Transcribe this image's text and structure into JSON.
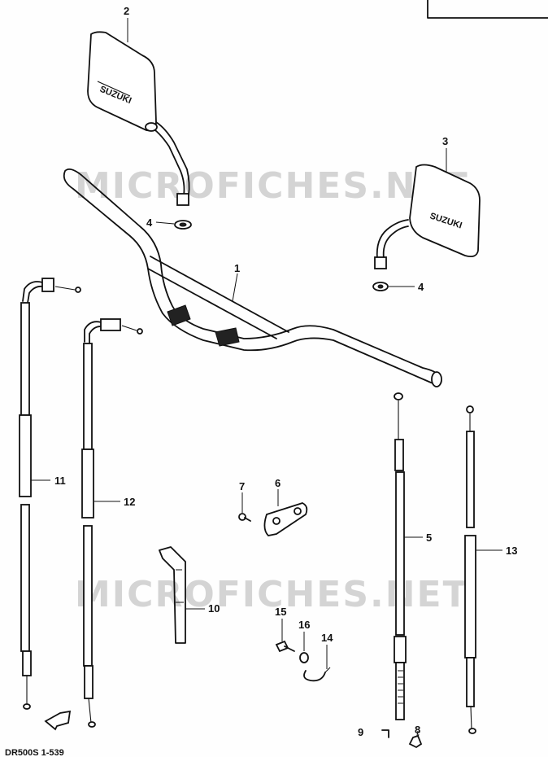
{
  "watermark": "MICROFICHES.NET",
  "diagram_code": "DR500S 1-539",
  "callouts": {
    "p1": "1",
    "p2": "2",
    "p3": "3",
    "p4a": "4",
    "p4b": "4",
    "p5": "5",
    "p6": "6",
    "p7": "7",
    "p8": "8",
    "p9": "9",
    "p10": "10",
    "p11": "11",
    "p12": "12",
    "p13": "13",
    "p14": "14",
    "p15": "15",
    "p16": "16"
  }
}
